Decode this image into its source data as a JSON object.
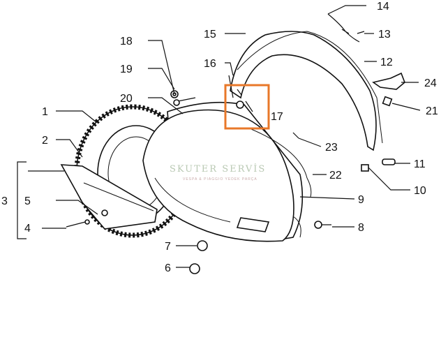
{
  "watermark": {
    "brand": "SKUTER SERVİS",
    "tagline": "VESPA & PIAGGIO YEDEK PARÇA"
  },
  "highlight_color": "#e8782a",
  "callouts": [
    {
      "id": "c1",
      "label": "1"
    },
    {
      "id": "c2",
      "label": "2"
    },
    {
      "id": "c3",
      "label": "3"
    },
    {
      "id": "c4",
      "label": "4"
    },
    {
      "id": "c5",
      "label": "5"
    },
    {
      "id": "c6",
      "label": "6"
    },
    {
      "id": "c7",
      "label": "7"
    },
    {
      "id": "c8",
      "label": "8"
    },
    {
      "id": "c9",
      "label": "9"
    },
    {
      "id": "c10",
      "label": "10"
    },
    {
      "id": "c11",
      "label": "11"
    },
    {
      "id": "c12",
      "label": "12"
    },
    {
      "id": "c13",
      "label": "13"
    },
    {
      "id": "c14",
      "label": "14"
    },
    {
      "id": "c15",
      "label": "15"
    },
    {
      "id": "c16",
      "label": "16"
    },
    {
      "id": "c17",
      "label": "17"
    },
    {
      "id": "c18",
      "label": "18"
    },
    {
      "id": "c19",
      "label": "19"
    },
    {
      "id": "c20",
      "label": "20"
    },
    {
      "id": "c21",
      "label": "21"
    },
    {
      "id": "c22",
      "label": "22"
    },
    {
      "id": "c23",
      "label": "23"
    },
    {
      "id": "c24",
      "label": "24"
    }
  ]
}
